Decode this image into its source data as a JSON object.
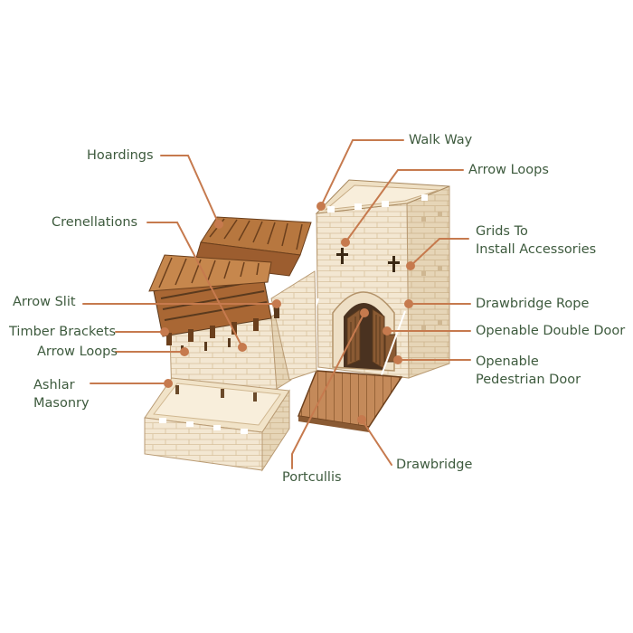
{
  "colors": {
    "label_text": "#3d5a3d",
    "leader_line": "#c67a4e",
    "leader_dot": "#c67a4e",
    "stone_light": "#f3e7d2",
    "stone_shade": "#e2d0b2",
    "wood_dark": "#7a4a22",
    "wood_mid": "#a8673a",
    "wood_light": "#c99466"
  },
  "labels": {
    "hoardings": "Hoardings",
    "walk_way": "Walk Way",
    "arrow_loops_right": "Arrow Loops",
    "crenellations": "Crenellations",
    "grids_line1": "Grids To",
    "grids_line2": "Install Accessories",
    "arrow_slit": "Arrow Slit",
    "drawbridge_rope": "Drawbridge Rope",
    "timber_brackets": "Timber Brackets",
    "openable_double_door": "Openable Double Door",
    "arrow_loops_left": "Arrow Loops",
    "openable_ped_line1": "Openable",
    "openable_ped_line2": "Pedestrian Door",
    "ashlar_line1": "Ashlar",
    "ashlar_line2": "Masonry",
    "portcullis": "Portcullis",
    "drawbridge": "Drawbridge"
  }
}
